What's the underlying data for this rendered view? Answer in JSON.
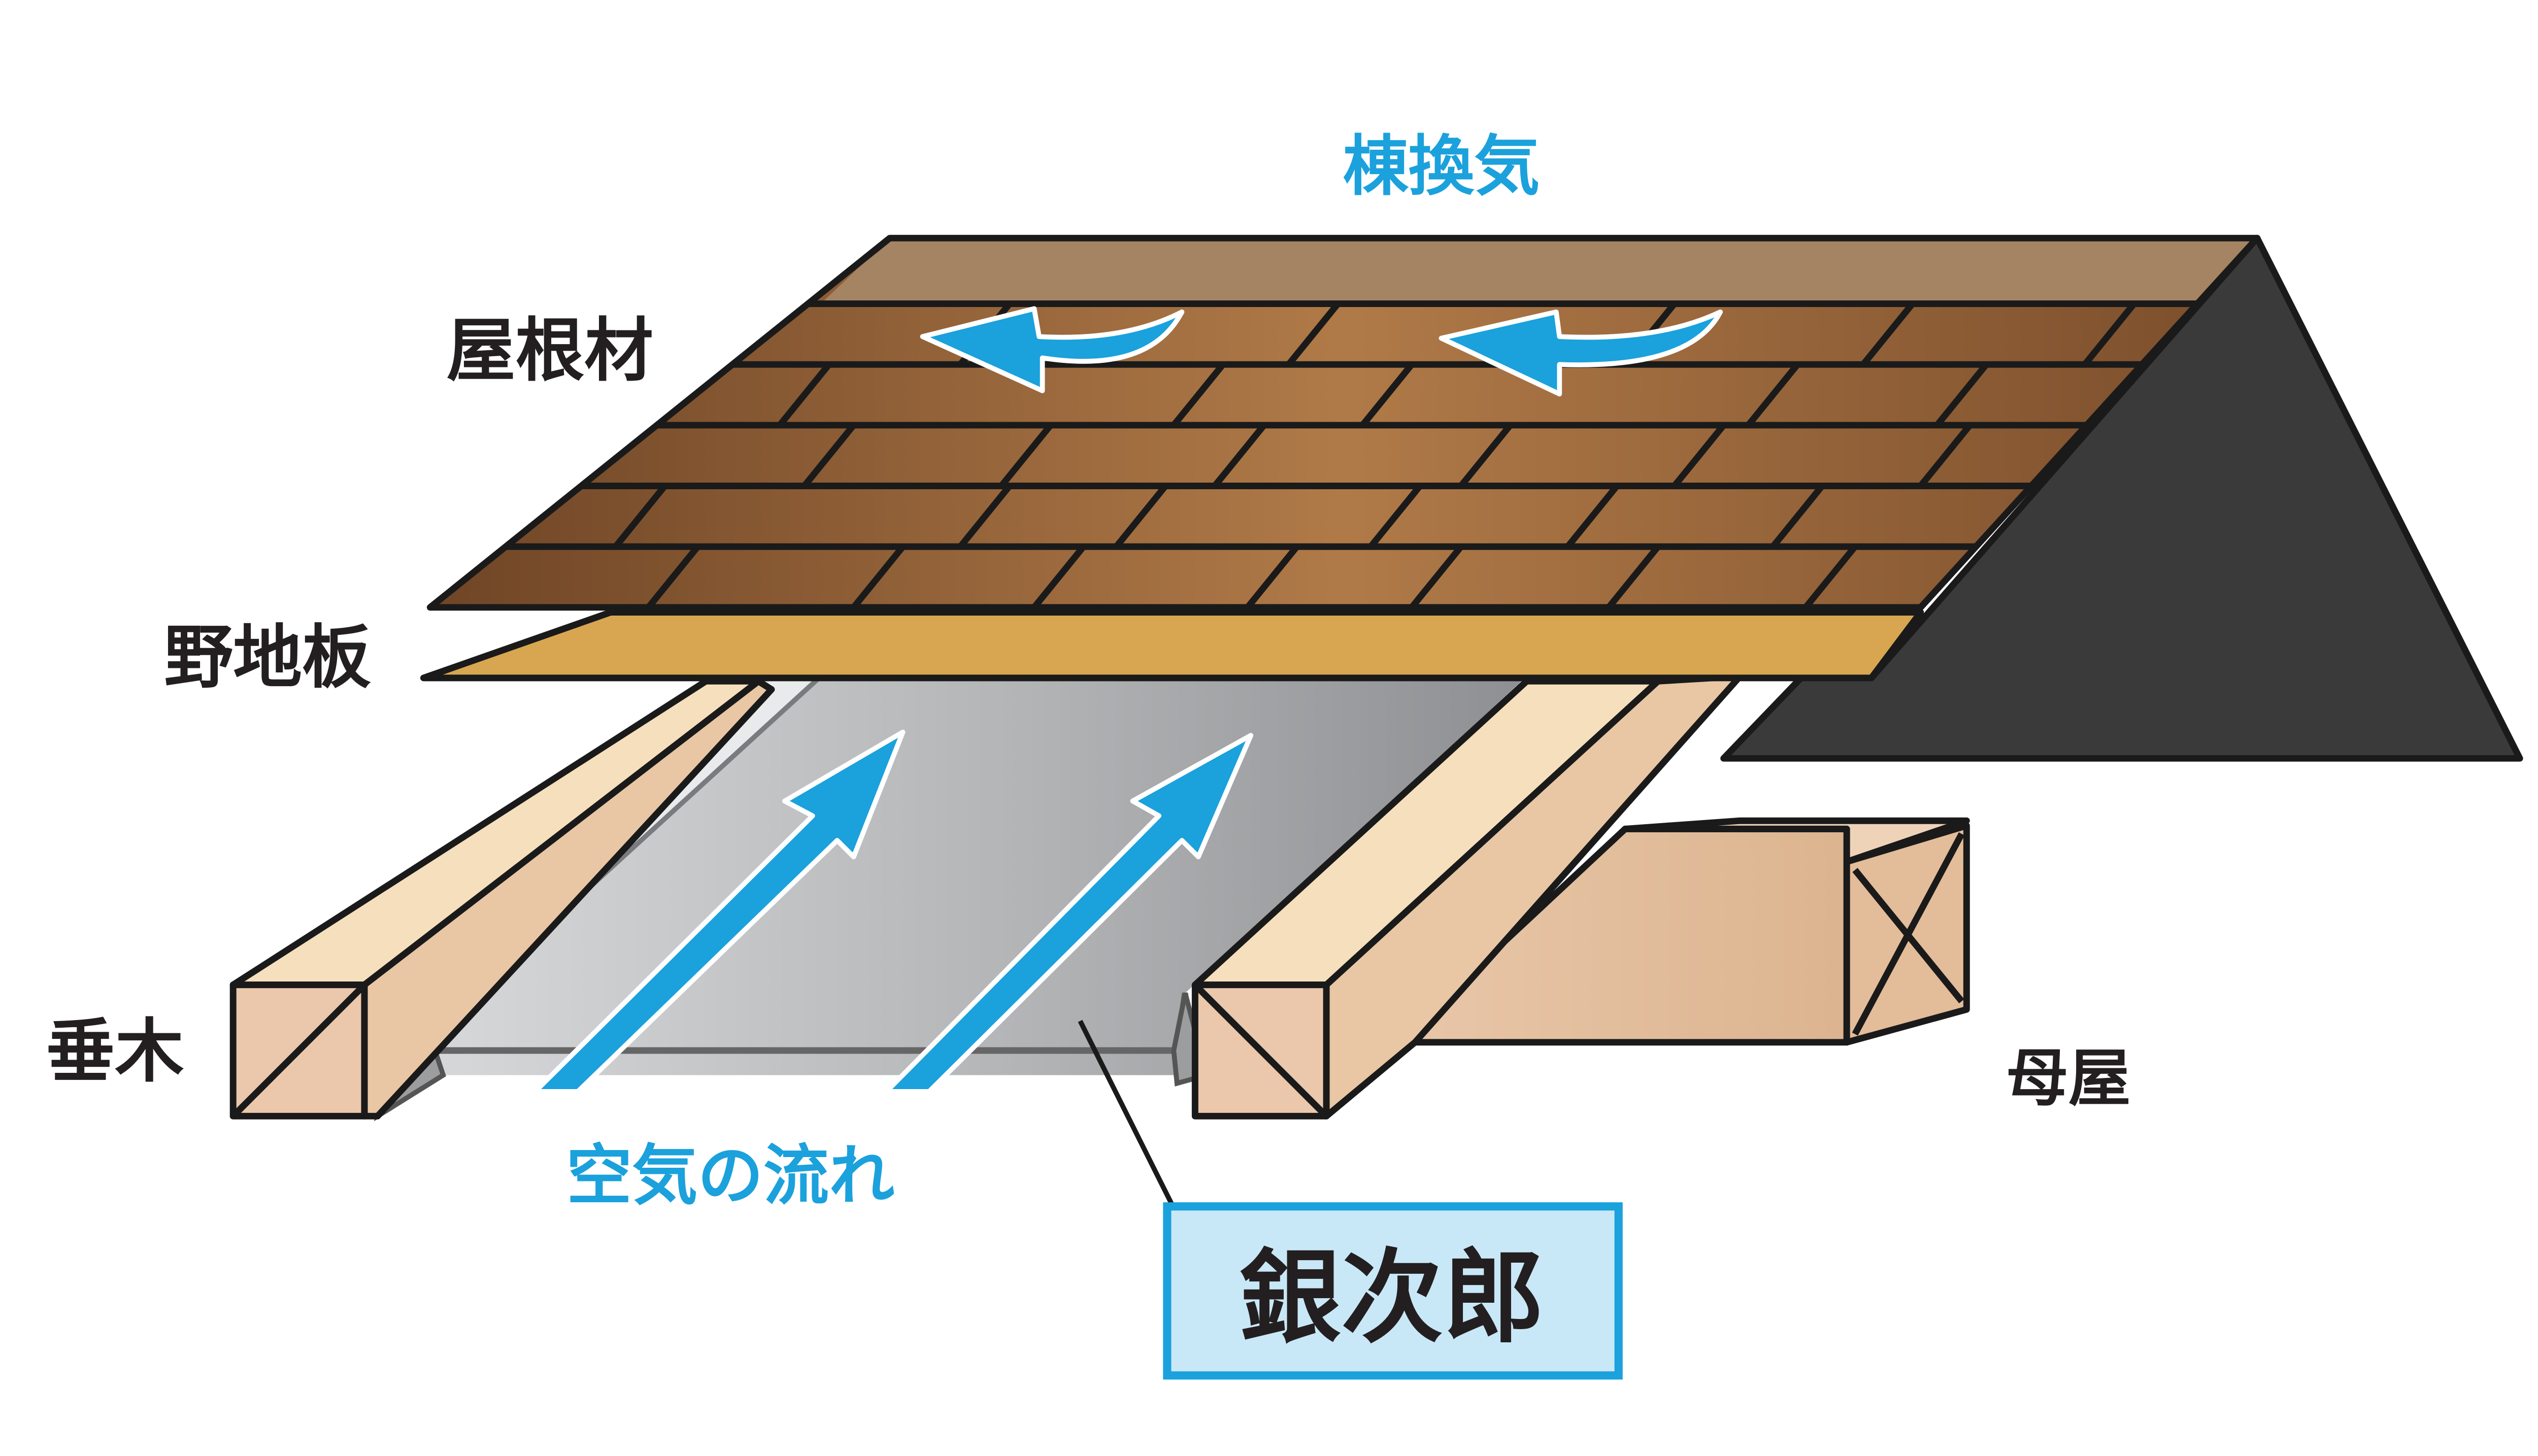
{
  "labels": {
    "ridge_vent": "棟換気",
    "roofing": "屋根材",
    "sheathing": "野地板",
    "rafter": "垂木",
    "purlin": "母屋",
    "airflow": "空気の流れ",
    "product": "銀次郎"
  },
  "colors": {
    "accent_blue": "#1ba1dc",
    "shingle_brown": "#8f5e33",
    "sheathing_tan": "#d8a650",
    "timber": "#ebc8ac",
    "gable_dark": "#3b3a3b",
    "metal_gray": "#b5b6b8",
    "product_box_fill": "#c9e8f7"
  }
}
